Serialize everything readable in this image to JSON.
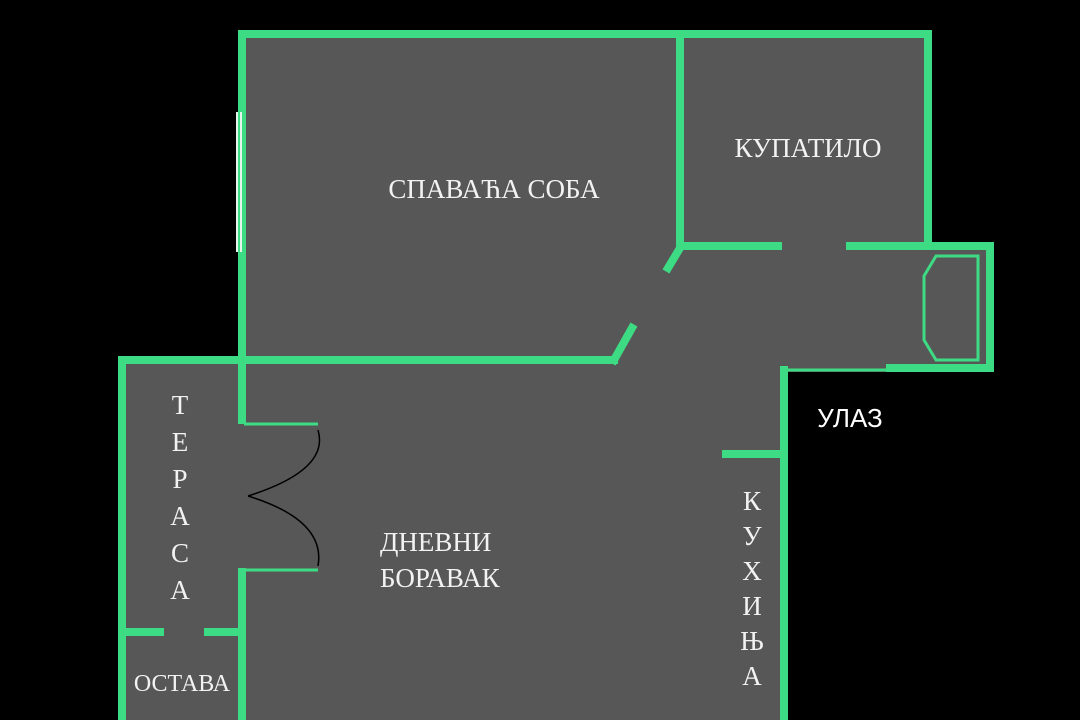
{
  "floor_plan": {
    "colors": {
      "background": "#000000",
      "floor": "#575757",
      "wall": "#3ddc84",
      "label": "#f2f2f2"
    },
    "rooms": {
      "bedroom": "СПАВАЋА СОБА",
      "bathroom": "КУПАТИЛО",
      "living_line1": "ДНЕВНИ",
      "living_line2": "БОРАВАК",
      "terrace": "ТЕРАСА",
      "kitchen": "КУХИЊА",
      "storage": "ОСТАВА"
    },
    "entrance": "УЛАЗ"
  }
}
